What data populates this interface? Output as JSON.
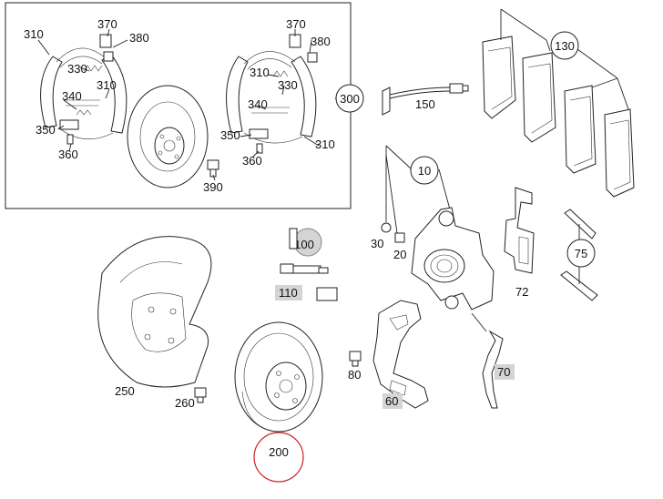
{
  "diagram": {
    "type": "exploded parts diagram",
    "parts": {
      "p310a": "310",
      "p370a": "370",
      "p380a": "380",
      "p330a": "330",
      "p310b": "310",
      "p340a": "340",
      "p350a": "350",
      "p360a": "360",
      "p370b": "370",
      "p380b": "380",
      "p310c": "310",
      "p330b": "330",
      "p340b": "340",
      "p350b": "350",
      "p360b": "360",
      "p310d": "310",
      "p390": "390",
      "p300": "300",
      "p150": "150",
      "p130": "130",
      "p10": "10",
      "p30": "30",
      "p20": "20",
      "p100": "100",
      "p110": "110",
      "p72": "72",
      "p75": "75",
      "p250": "250",
      "p260": "260",
      "p200": "200",
      "p80": "80",
      "p60": "60",
      "p70": "70"
    },
    "highlighted_part": "200",
    "colors": {
      "highlight_circle": "#cc2222",
      "label_background": "#d4d4d4"
    }
  }
}
